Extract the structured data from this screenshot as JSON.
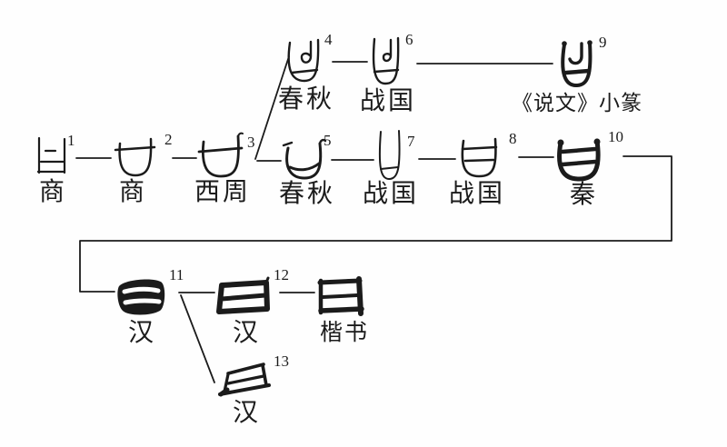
{
  "figure": {
    "type": "character-evolution-diagram",
    "kaishu_character": "曰",
    "nodes": [
      {
        "num": "1",
        "period": "商"
      },
      {
        "num": "2",
        "period": "商"
      },
      {
        "num": "3",
        "period": "西周"
      },
      {
        "num": "4",
        "period": "春秋"
      },
      {
        "num": "5",
        "period": "春秋"
      },
      {
        "num": "6",
        "period": "战国"
      },
      {
        "num": "7",
        "period": "战国"
      },
      {
        "num": "8",
        "period": "战国"
      },
      {
        "num": "9",
        "period": "《说文》小篆"
      },
      {
        "num": "10",
        "period": "秦"
      },
      {
        "num": "11",
        "period": "汉"
      },
      {
        "num": "12",
        "period": "汉"
      },
      {
        "num": "13",
        "period": "汉"
      },
      {
        "num": "",
        "period": "楷书"
      }
    ],
    "colors": {
      "ink": "#1b1b1b",
      "background": "#fefefe"
    }
  }
}
